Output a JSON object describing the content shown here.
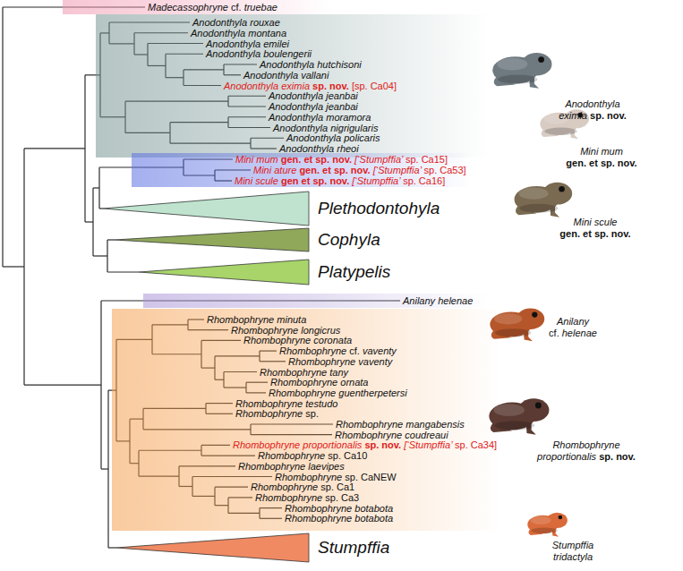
{
  "diagram": {
    "nodes": [
      {
        "text": [
          "Madecassophryne cf. truebae"
        ]
      },
      {
        "text": [
          "Anodonthyla rouxae",
          "Anodonthyla montana",
          "Anodonthyla emilei",
          "Anodonthyla boulengerii",
          "Anodonthyla hutchisoni",
          "Anodonthyla vallani",
          "Anodonthyla eximia sp. nov. [sp. Ca04]",
          "Anodonthyla jeanbai",
          "Anodonthyla jeanbai",
          "Anodonthyla moramora",
          "Anodonthyla nigrigularis",
          "Anodonthyla policaris",
          "Anodonthyla rheoi"
        ]
      },
      {
        "text": [
          "Mini mum gen. et sp. nov. [‘Stumpffia’ sp. Ca15]",
          "Mini ature gen. et sp. nov. [‘Stumpffia’ sp. Ca53]",
          "Mini scule gen et sp. nov. [‘Stumpffia’ sp. Ca16]"
        ]
      },
      {
        "text": [
          "Plethodontohyla"
        ]
      },
      {
        "text": [
          "Cophyla"
        ]
      },
      {
        "text": [
          "Platypelis"
        ]
      },
      {
        "text": [
          "Anilany helenae"
        ]
      },
      {
        "text": [
          "Rhombophryne minuta",
          "Rhombophryne longicrus",
          "Rhombophryne coronata",
          "Rhombophryne cf. vaventy",
          "Rhombophryne vaventy",
          "Rhombophryne tany",
          "Rhombophryne ornata",
          "Rhombophryne guentherpetersi",
          "Rhombophryne testudo",
          "Rhombophryne sp.",
          "Rhombophryne mangabensis",
          "Rhombophryne coudreaui",
          "Rhombophryne proportionalis sp. nov. [‘Stumpffia’ sp. Ca34]",
          "Rhombophryne sp. Ca10",
          "Rhombophryne laevipes",
          "Rhombophryne sp. CaNEW",
          "Rhombophryne sp. Ca1",
          "Rhombophryne sp. Ca3",
          "Rhombophryne botabota",
          "Rhombophryne botabota"
        ]
      },
      {
        "text": [
          "Stumpffia"
        ]
      }
    ],
    "labels": [
      "Anodonthyla eximia sp. nov.",
      "Mini mum gen. et sp. nov.",
      "Mini scule gen. et sp. nov.",
      "Anilany cf. helenae",
      "Rhombophryne proportionalis sp. nov.",
      "Stumpffia tridactyla"
    ]
  }
}
